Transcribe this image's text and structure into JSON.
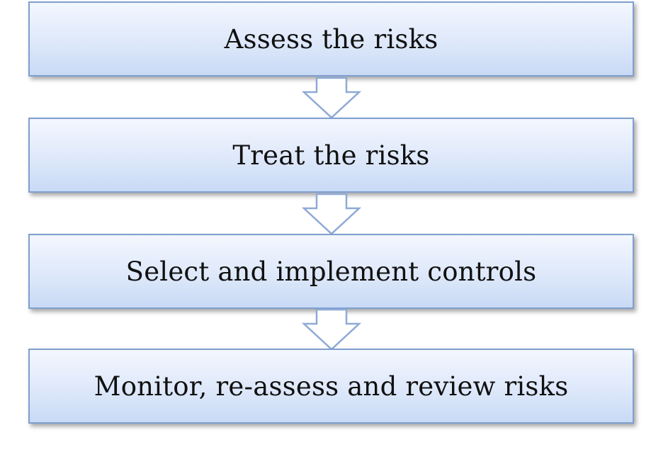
{
  "flowchart": {
    "steps": [
      {
        "label": "Assess the risks"
      },
      {
        "label": "Treat the risks"
      },
      {
        "label": "Select and implement controls"
      },
      {
        "label": "Monitor, re-assess and review risks"
      }
    ],
    "colors": {
      "box_border": "#7f9fcf",
      "box_fill_top": "#f3f7fe",
      "box_fill_bottom": "#c9daf5",
      "arrow_fill": "#ffffff",
      "arrow_stroke": "#8eaad6",
      "text": "#111111"
    }
  }
}
